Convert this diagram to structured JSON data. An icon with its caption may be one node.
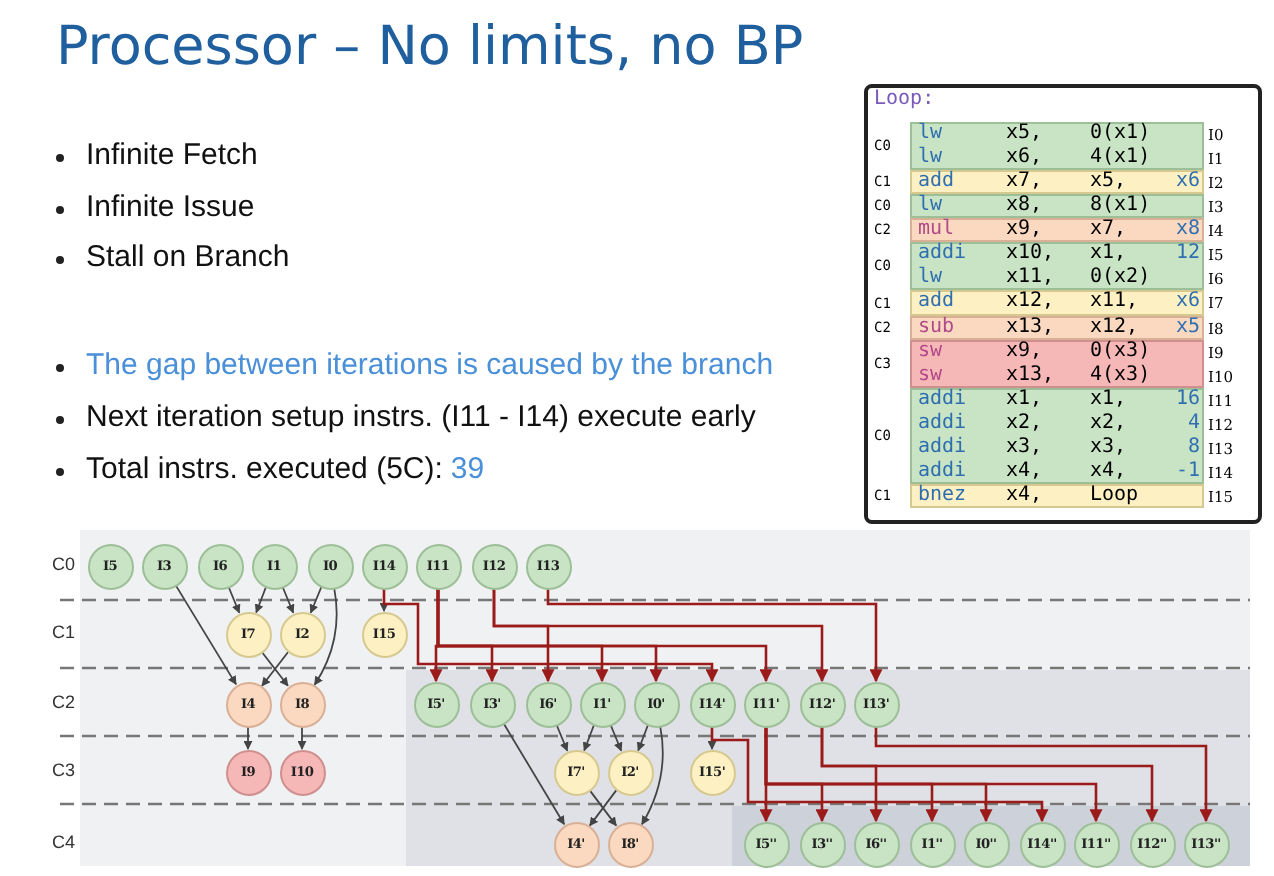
{
  "diagram": {
    "title": "Processor – No limits, no BP",
    "nodes": [
      {
        "text": [
          "I5"
        ]
      },
      {
        "text": [
          "I3"
        ]
      },
      {
        "text": [
          "I6"
        ]
      },
      {
        "text": [
          "I1"
        ]
      },
      {
        "text": [
          "I0"
        ]
      },
      {
        "text": [
          "I14"
        ]
      },
      {
        "text": [
          "I11"
        ]
      },
      {
        "text": [
          "I12"
        ]
      },
      {
        "text": [
          "I13"
        ]
      },
      {
        "text": [
          "I7"
        ]
      },
      {
        "text": [
          "I2"
        ]
      },
      {
        "text": [
          "I15"
        ]
      },
      {
        "text": [
          "I4"
        ]
      },
      {
        "text": [
          "I8"
        ]
      },
      {
        "text": [
          "I5'"
        ]
      },
      {
        "text": [
          "I3'"
        ]
      },
      {
        "text": [
          "I6'"
        ]
      },
      {
        "text": [
          "I1'"
        ]
      },
      {
        "text": [
          "I0'"
        ]
      },
      {
        "text": [
          "I14'"
        ]
      },
      {
        "text": [
          "I11'"
        ]
      },
      {
        "text": [
          "I12'"
        ]
      },
      {
        "text": [
          "I13'"
        ]
      },
      {
        "text": [
          "I9"
        ]
      },
      {
        "text": [
          "I10"
        ]
      },
      {
        "text": [
          "I7'"
        ]
      },
      {
        "text": [
          "I2'"
        ]
      },
      {
        "text": [
          "I15'"
        ]
      },
      {
        "text": [
          "I4'"
        ]
      },
      {
        "text": [
          "I8'"
        ]
      },
      {
        "text": [
          "I5''"
        ]
      },
      {
        "text": [
          "I3''"
        ]
      },
      {
        "text": [
          "I6''"
        ]
      },
      {
        "text": [
          "I1''"
        ]
      },
      {
        "text": [
          "I0''"
        ]
      },
      {
        "text": [
          "I14''"
        ]
      },
      {
        "text": [
          "I11''"
        ]
      },
      {
        "text": [
          "I12''"
        ]
      },
      {
        "text": [
          "I13''"
        ]
      }
    ],
    "edges": [
      {
        "from": 1,
        "to": 12,
        "arrow": "to"
      },
      {
        "from": 2,
        "to": 9,
        "arrow": "to"
      },
      {
        "from": 3,
        "to": 9,
        "arrow": "to"
      },
      {
        "from": 3,
        "to": 10,
        "arrow": "to"
      },
      {
        "from": 4,
        "to": 10,
        "arrow": "to"
      },
      {
        "from": 4,
        "to": 13,
        "arrow": "to"
      },
      {
        "from": 9,
        "to": 13,
        "arrow": "to"
      },
      {
        "from": 10,
        "to": 12,
        "arrow": "to"
      },
      {
        "from": 12,
        "to": 23,
        "arrow": "to"
      },
      {
        "from": 13,
        "to": 24,
        "arrow": "to"
      },
      {
        "from": 5,
        "to": 11,
        "arrow": "to"
      },
      {
        "from": 6,
        "to": 14,
        "arrow": "to",
        "color": "#9b1b1b"
      },
      {
        "from": 6,
        "to": 15,
        "arrow": "to",
        "color": "#9b1b1b"
      },
      {
        "from": 6,
        "to": 17,
        "arrow": "to",
        "color": "#9b1b1b"
      },
      {
        "from": 6,
        "to": 18,
        "arrow": "to",
        "color": "#9b1b1b"
      },
      {
        "from": 6,
        "to": 20,
        "arrow": "to",
        "color": "#9b1b1b"
      },
      {
        "from": 7,
        "to": 16,
        "arrow": "to",
        "color": "#9b1b1b"
      },
      {
        "from": 7,
        "to": 21,
        "arrow": "to",
        "color": "#9b1b1b"
      },
      {
        "from": 8,
        "to": 22,
        "arrow": "to",
        "color": "#9b1b1b"
      },
      {
        "from": 5,
        "to": 19,
        "arrow": "to",
        "color": "#9b1b1b"
      },
      {
        "from": 15,
        "to": 28,
        "arrow": "to"
      },
      {
        "from": 16,
        "to": 25,
        "arrow": "to"
      },
      {
        "from": 17,
        "to": 25,
        "arrow": "to"
      },
      {
        "from": 17,
        "to": 26,
        "arrow": "to"
      },
      {
        "from": 18,
        "to": 26,
        "arrow": "to"
      },
      {
        "from": 18,
        "to": 29,
        "arrow": "to"
      },
      {
        "from": 25,
        "to": 29,
        "arrow": "to"
      },
      {
        "from": 26,
        "to": 28,
        "arrow": "to"
      },
      {
        "from": 19,
        "to": 27,
        "arrow": "to"
      },
      {
        "from": 20,
        "to": 30,
        "arrow": "to",
        "color": "#9b1b1b"
      },
      {
        "from": 20,
        "to": 31,
        "arrow": "to",
        "color": "#9b1b1b"
      },
      {
        "from": 20,
        "to": 33,
        "arrow": "to",
        "color": "#9b1b1b"
      },
      {
        "from": 20,
        "to": 34,
        "arrow": "to",
        "color": "#9b1b1b"
      },
      {
        "from": 20,
        "to": 36,
        "arrow": "to",
        "color": "#9b1b1b"
      },
      {
        "from": 21,
        "to": 32,
        "arrow": "to",
        "color": "#9b1b1b"
      },
      {
        "from": 21,
        "to": 37,
        "arrow": "to",
        "color": "#9b1b1b"
      },
      {
        "from": 22,
        "to": 38,
        "arrow": "to",
        "color": "#9b1b1b"
      },
      {
        "from": 19,
        "to": 35,
        "arrow": "to",
        "color": "#9b1b1b"
      }
    ],
    "labels": [
      "Infinite Fetch",
      "Infinite Issue",
      "Stall on Branch",
      "The gap between iterations is caused by the branch",
      "Next iteration setup instrs. (I11 - I14) execute early",
      "Total instrs. executed (5C):",
      "39",
      "Loop:",
      "C0",
      "lw",
      "x5,",
      "0(x1)",
      "I0",
      "lw",
      "x6,",
      "4(x1)",
      "I1",
      "C1",
      "add",
      "x7,",
      "x5,",
      "x6",
      "I2",
      "C0",
      "lw",
      "x8,",
      "8(x1)",
      "I3",
      "C2",
      "mul",
      "x9,",
      "x7,",
      "x8",
      "I4",
      "C0",
      "addi",
      "x10,",
      "x1,",
      "12",
      "I5",
      "lw",
      "x11,",
      "0(x2)",
      "I6",
      "C1",
      "add",
      "x12,",
      "x11,",
      "x6",
      "I7",
      "C2",
      "sub",
      "x13,",
      "x12,",
      "x5",
      "I8",
      "C3",
      "sw",
      "x9,",
      "0(x3)",
      "I9",
      "sw",
      "x13,",
      "4(x3)",
      "I10",
      "C0",
      "addi",
      "x1,",
      "x1,",
      "16",
      "I11",
      "addi",
      "x2,",
      "x2,",
      "4",
      "I12",
      "addi",
      "x3,",
      "x3,",
      "8",
      "I13",
      "addi",
      "x4,",
      "x4,",
      "-1",
      "I14",
      "C1",
      "bnez",
      "x4,",
      "Loop",
      "I15",
      "C0",
      "C1",
      "C2",
      "C3",
      "C4"
    ]
  }
}
